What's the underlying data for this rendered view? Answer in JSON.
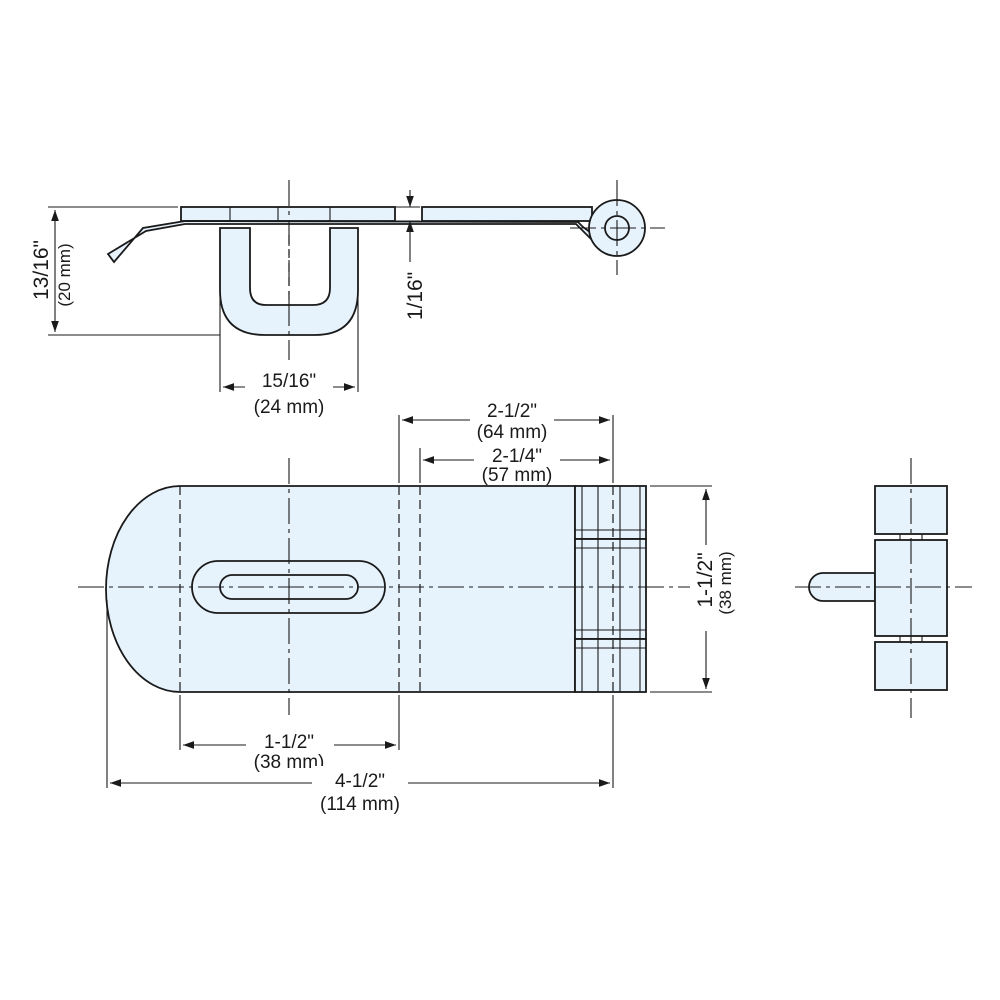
{
  "colors": {
    "part_fill": "#e6f2fc",
    "line": "#1a1a1a",
    "background": "#ffffff"
  },
  "dimensions": {
    "side_height": {
      "imperial": "13/16\"",
      "metric": "(20 mm)"
    },
    "plate_thickness": {
      "imperial": "1/16\""
    },
    "loop_width": {
      "imperial": "15/16\"",
      "metric": "(24 mm)"
    },
    "hinge_to_end": {
      "imperial": "2-1/2\"",
      "metric": "(64 mm)"
    },
    "slot_to_hinge": {
      "imperial": "2-1/4\"",
      "metric": "(57 mm)"
    },
    "width": {
      "imperial": "1-1/2\"",
      "metric": "(38 mm)"
    },
    "slot_span": {
      "imperial": "1-1/2\"",
      "metric": "(38 mm)"
    },
    "overall_length": {
      "imperial": "4-1/2\"",
      "metric": "(114 mm)"
    }
  }
}
